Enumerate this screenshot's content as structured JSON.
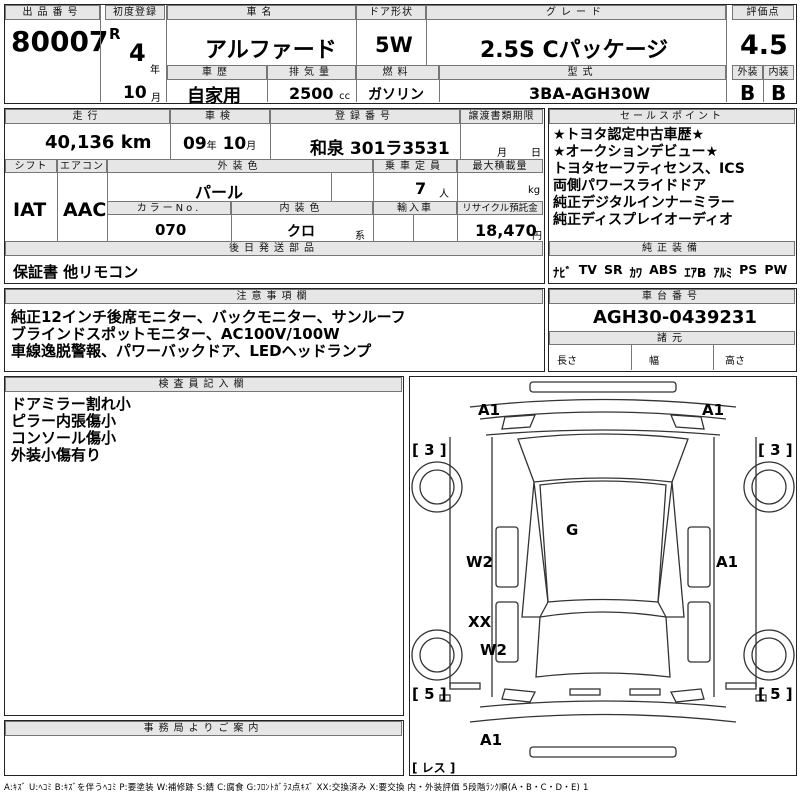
{
  "header": {
    "lot_label": "出品番号",
    "lot_no": "80007",
    "first_reg_label": "初度登録",
    "era": "R",
    "first_reg_year": "4",
    "year_unit": "年",
    "first_reg_month": "10",
    "month_unit": "月",
    "car_name_label": "車名",
    "car_name": "アルファード",
    "door_label": "ドア形状",
    "door": "5W",
    "grade_label": "グレード",
    "grade": "2.5S Cパッケージ",
    "score_label": "評価点",
    "score": "4.5",
    "history_label": "車歴",
    "history": "自家用",
    "displacement_label": "排気量",
    "displacement": "2500",
    "displacement_unit": "cc",
    "fuel_label": "燃料",
    "fuel": "ガソリン",
    "model_label": "型式",
    "model": "3BA-AGH30W",
    "ext_label": "外装",
    "ext_grade": "B",
    "int_label": "内装",
    "int_grade": "B"
  },
  "row2": {
    "mileage_label": "走行",
    "mileage": "40,136",
    "mileage_unit": "km",
    "inspection_label": "車検",
    "inspection_year": "09",
    "inspection_year_unit": "年",
    "inspection_month": "10",
    "inspection_month_unit": "月",
    "reg_label": "登録番号",
    "reg_number": "和泉 301ラ3531",
    "transfer_label": "譲渡書類期限",
    "transfer_month": "月",
    "transfer_day": "日",
    "shift_label": "シフト",
    "shift": "IAT",
    "ac_label": "エアコン",
    "ac": "AAC",
    "color_label": "外装色",
    "color": "パール",
    "capacity_label": "乗車定員",
    "capacity": "7",
    "capacity_unit": "人",
    "load_label": "最大積載量",
    "load_unit": "kg",
    "color_no_label": "カラーNo.",
    "color_no": "070",
    "interior_color_label": "内装色",
    "interior_color": "クロ",
    "interior_color_unit": "系",
    "import_label": "輸入車",
    "recycle_label": "リサイクル預託金",
    "recycle": "18,470",
    "recycle_unit": "円",
    "later_parts_label": "後日発送部品",
    "later_parts": "保証書 他リモコン"
  },
  "sales_points": {
    "label": "セールスポイント",
    "items": [
      "★トヨタ認定中古車歴★",
      "★オークションデビュー★",
      "トヨタセーフティセンス、ICS",
      "両側パワースライドドア",
      "純正デジタルインナーミラー",
      "純正ディスプレイオーディオ"
    ]
  },
  "equipment": {
    "label": "純正装備",
    "items": [
      "ﾅﾋﾞ",
      "TV",
      "SR",
      "ｶﾜ",
      "ABS",
      "ｴｱB",
      "ｱﾙﾐ",
      "PS",
      "PW"
    ]
  },
  "notes": {
    "label": "注意事項欄",
    "lines": [
      "純正12インチ後席モニター、バックモニター、サンルーフ",
      "ブラインドスポットモニター、AC100V/100W",
      "車線逸脱警報、パワーバックドア、LEDヘッドランプ"
    ]
  },
  "chassis": {
    "label": "車台番号",
    "number": "AGH30-0439231",
    "dims_label": "諸元",
    "length_label": "長さ",
    "width_label": "幅",
    "height_label": "高さ"
  },
  "inspector": {
    "label": "検査員記入欄",
    "lines": [
      "ドアミラー割れ小",
      "ピラー内張傷小",
      "コンソール傷小",
      "外装小傷有り"
    ]
  },
  "office": {
    "label": "事務局よりご案内"
  },
  "diagram": {
    "marks": {
      "front_left": "A1",
      "front_right": "A1",
      "bracket_fl": "[ 3 ]",
      "bracket_fr": "[ 3 ]",
      "roof": "G",
      "left_door": "W2",
      "right_door": "A1",
      "left_rear_door": "XX",
      "left_quarter": "W2",
      "bracket_rl": "[ 5 ]",
      "bracket_rr": "[ 5 ]",
      "rear": "A1",
      "mirror_left": "[ レス ]"
    }
  },
  "legend": "A:ｷｽﾞ U:ﾍｺﾐ B:ｷｽﾞを伴うﾍｺﾐ P:要塗装 W:補修跡 S:錆 C:腐食 G:ﾌﾛﾝﾄｶﾞﾗｽ点ｷｽﾞ XX:交換済み X:要交換 内・外装評価 5段階ﾗﾝｸ順(A・B・C・D・E) 1"
}
